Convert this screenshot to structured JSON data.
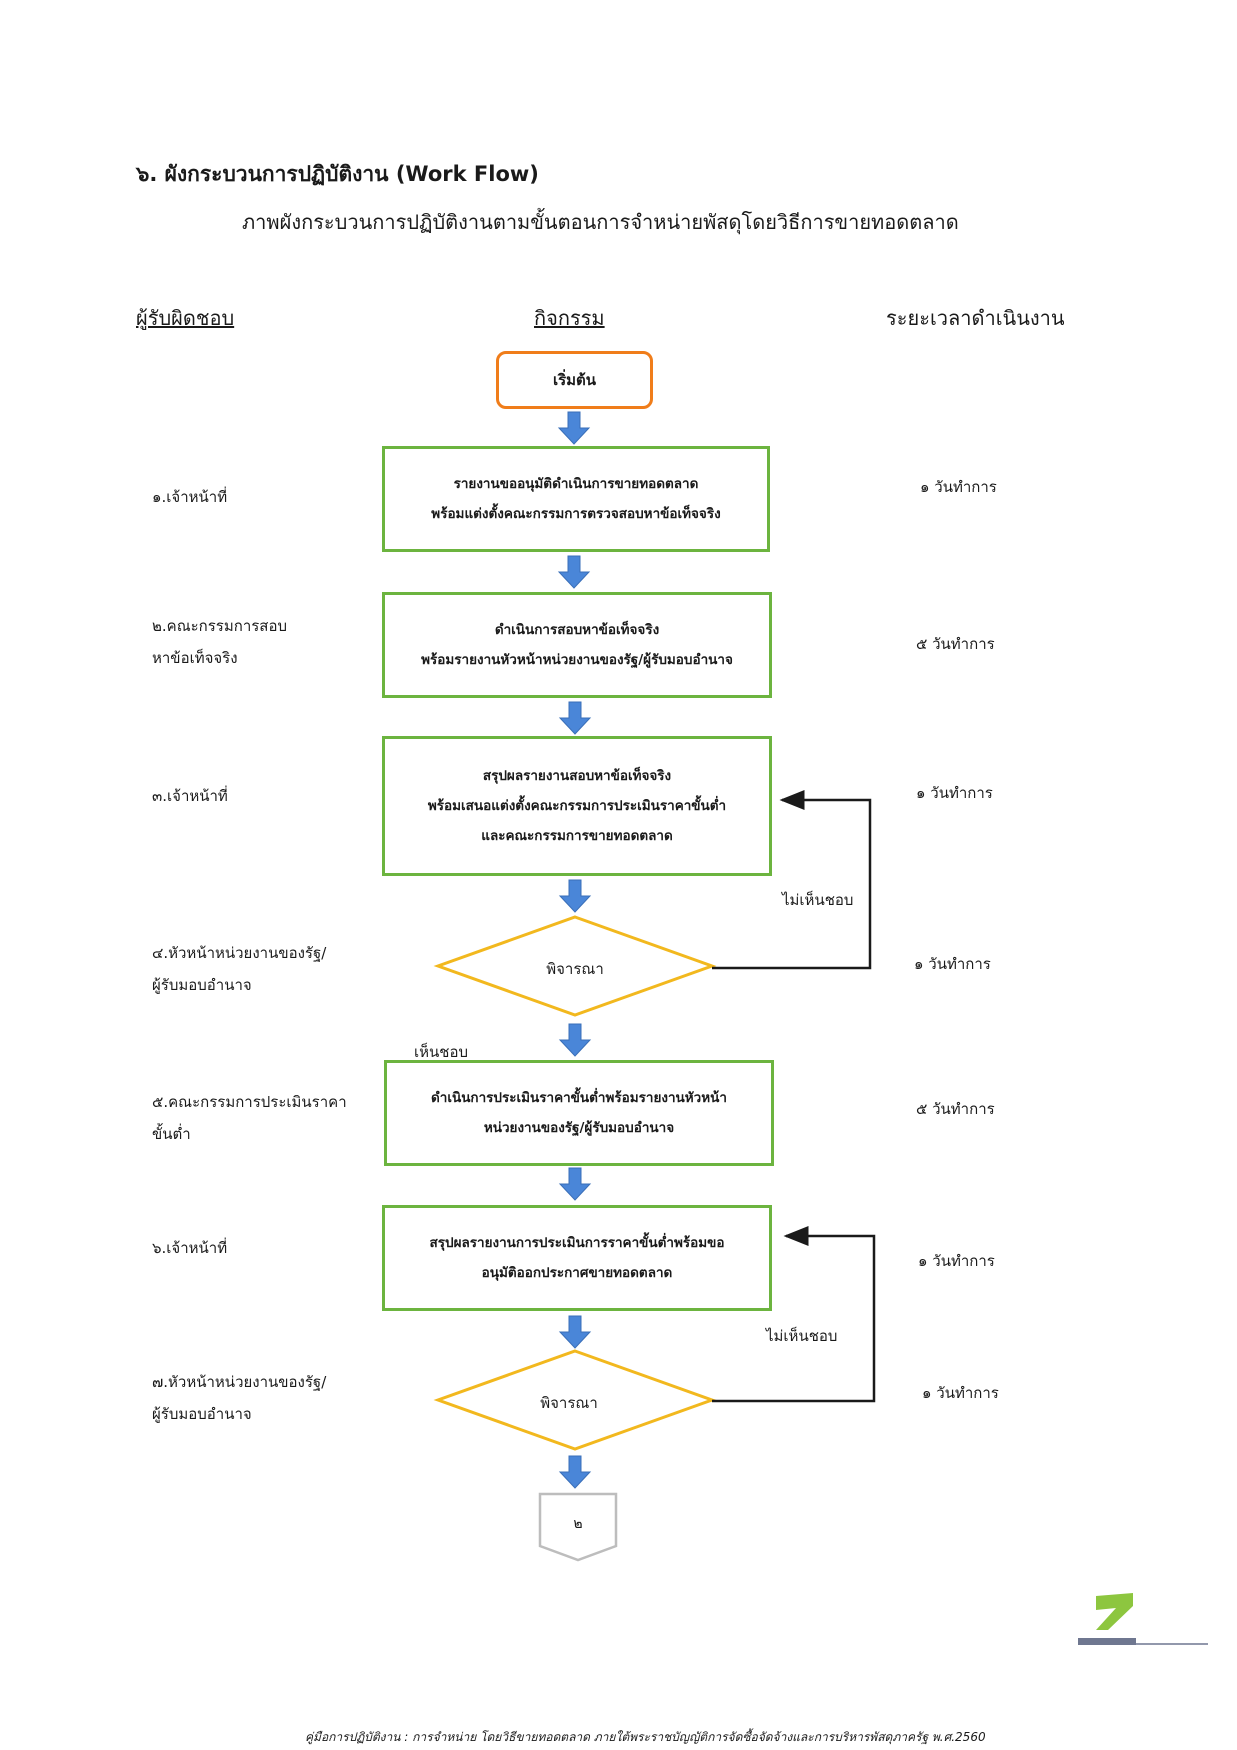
{
  "heading": "๖. ผังกระบวนการปฏิบัติงาน (Work Flow)",
  "subheading": "ภาพผังกระบวนการปฏิบัติงานตามขั้นตอนการจำหน่ายพัสดุโดยวิธีการขายทอดตลาด",
  "columns": {
    "responsible": "ผู้รับผิดชอบ",
    "activity": "กิจกรรม",
    "duration": "ระยะเวลาดำเนินงาน"
  },
  "start_label": "เริ่มต้น",
  "steps": [
    {
      "who": "๑.เจ้าหน้าที่",
      "activity": "รายงานขออนุมัติดำเนินการขายทอดตลาด\nพร้อมแต่งตั้งคณะกรรมการตรวจสอบหาข้อเท็จจริง",
      "duration": "๑  วันทำการ"
    },
    {
      "who": "๒.คณะกรรมการสอบ\nหาข้อเท็จจริง",
      "activity": "ดำเนินการสอบหาข้อเท็จจริง\nพร้อมรายงานหัวหน้าหน่วยงานของรัฐ/ผู้รับมอบอำนาจ",
      "duration": "๕  วันทำการ"
    },
    {
      "who": "๓.เจ้าหน้าที่",
      "activity": "สรุปผลรายงานสอบหาข้อเท็จจริง\nพร้อมเสนอแต่งตั้งคณะกรรมการประเมินราคาขั้นต่ำ\nและคณะกรรมการขายทอดตลาด",
      "duration": "๑  วันทำการ"
    },
    {
      "who": "๔.หัวหน้าหน่วยงานของรัฐ/\nผู้รับมอบอำนาจ",
      "activity": "พิจารณา",
      "duration": "๑  วันทำการ"
    },
    {
      "who": "๕.คณะกรรมการประเมินราคา\nขั้นต่ำ",
      "activity": "ดำเนินการประเมินราคาขั้นต่ำพร้อมรายงานหัวหน้า\nหน่วยงานของรัฐ/ผู้รับมอบอำนาจ",
      "duration": "๕  วันทำการ"
    },
    {
      "who": "๖.เจ้าหน้าที่",
      "activity": "สรุปผลรายงานการประเมินการราคาขั้นต่ำพร้อมขอ\nอนุมัติออกประกาศขายทอดตลาด",
      "duration": "๑  วันทำการ"
    },
    {
      "who": "๗.หัวหน้าหน่วยงานของรัฐ/\nผู้รับมอบอำนาจ",
      "activity": "พิจารณา",
      "duration": "๑  วันทำการ"
    }
  ],
  "not_approved": "ไม่เห็นชอบ",
  "approved": "เห็นชอบ",
  "connector_label": "๒",
  "footer": "คู่มือการปฏิบัติงาน :  การจำหน่าย โดยวิธีขายทอดตลาด ภายใต้พระราชบัญญัติการจัดซื้อจัดจ้างและการบริหารพัสดุภาครัฐ พ.ศ.2560",
  "page_mark": "7",
  "colors": {
    "process_border": "#6cb43f",
    "start_border": "#f07d1a",
    "decision_border": "#f2b81e",
    "arrow": "#4a86d8",
    "line": "#1a1a1a",
    "connector_border": "#bdbdbd",
    "mark_green": "#8dc63f",
    "mark_gray": "#6f7790"
  }
}
